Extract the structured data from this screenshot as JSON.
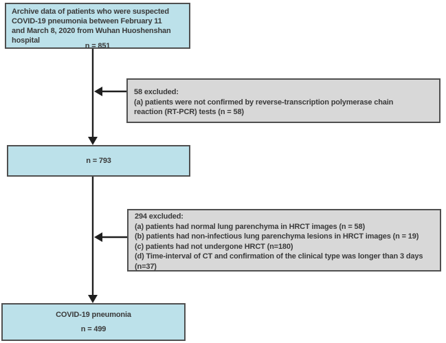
{
  "colors": {
    "page_bg": "#ffffff",
    "include_box_bg": "#bce1ea",
    "exclude_box_bg": "#d8d8d8",
    "box_border": "#4f4f4f",
    "arrow": "#1f1f1f",
    "text": "#3a3a3a"
  },
  "boxes": {
    "source": {
      "lines": [
        "Archive data of patients who were suspected",
        "COVID-19 pneumonia between February 11",
        "and March 8, 2020 from Wuhan Huoshenshan",
        "hospital"
      ],
      "count": "n = 851"
    },
    "excluded_58": {
      "lines": [
        "58 excluded:",
        "(a) patients were not confirmed by reverse-transcription polymerase chain",
        "reaction (RT-PCR) tests (n = 58)"
      ]
    },
    "cohort": {
      "count": "n = 793"
    },
    "excluded_294": {
      "lines": [
        "294 excluded:",
        "(a) patients had normal lung parenchyma in HRCT images (n = 58)",
        "(b) patients had  non-infectious lung parenchyma lesions in HRCT images (n = 19)",
        "(c) patients had not undergone HRCT (n=180)",
        "(d) Time-interval of CT and confirmation of the clinical type was longer than 3 days",
        "(n=37)"
      ]
    },
    "final": {
      "title": "COVID-19 pneumonia",
      "count": "n = 499"
    }
  }
}
